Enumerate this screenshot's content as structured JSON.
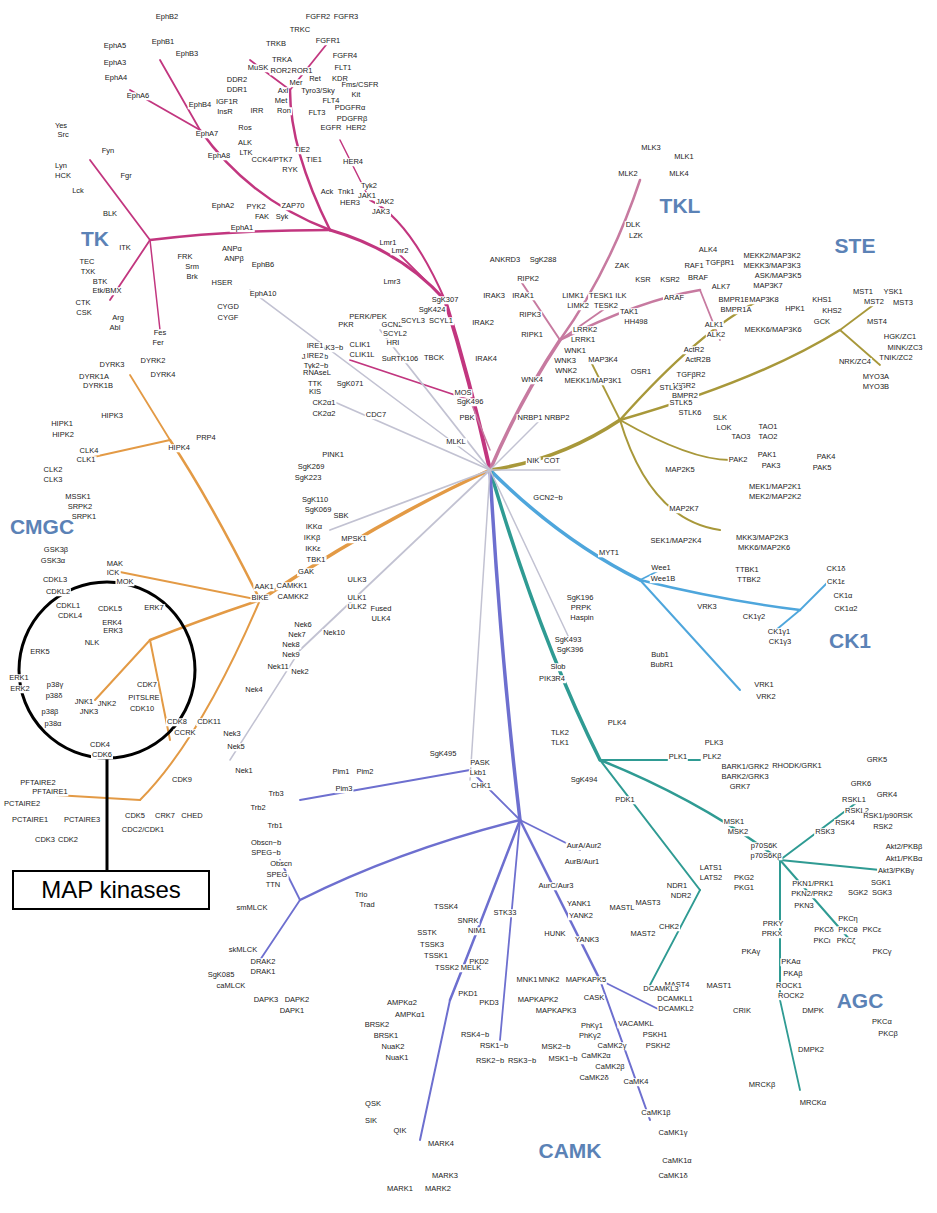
{
  "diagram": {
    "nodes": [
      {
        "text": [
          "MAP kinases"
        ]
      }
    ],
    "labels": [
      "TK",
      "TKL",
      "STE",
      "CK1",
      "AGC",
      "CAMK",
      "CMGC",
      "FGFR2",
      "FGFR3",
      "TRKC",
      "FGFR1",
      "TRKB",
      "FGFR4",
      "TRKA",
      "FLT1",
      "MuSK",
      "ROR2",
      "ROR1",
      "KDR",
      "Ret",
      "DDR2",
      "Mer",
      "Fms/CSFR",
      "DDR1",
      "Axl",
      "Tyro3/Sky",
      "Kit",
      "FLT4",
      "IGF1R",
      "Met",
      "InsR",
      "IRR",
      "Ron",
      "FLT3",
      "PDGFRα",
      "PDGFRβ",
      "Ros",
      "EGFR",
      "HER2",
      "ALK",
      "LTK",
      "TIE2",
      "TIE1",
      "HER4",
      "CCK4/PTK7",
      "RYK",
      "Ack",
      "Tnk1",
      "HER3",
      "Tyk2",
      "JAK1",
      "JAK2",
      "JAK3",
      "EphB2",
      "EphB1",
      "EphB3",
      "EphA5",
      "EphA3",
      "EphA4",
      "EphA6",
      "EphB4",
      "EphA7",
      "EphA8",
      "Yes",
      "Src",
      "Fyn",
      "Lyn",
      "HCK",
      "Fgr",
      "Lck",
      "BLK",
      "EphA2",
      "EphA1",
      "PYK2",
      "ZAP70",
      "FAK",
      "Syk",
      "ITK",
      "TEC",
      "TXK",
      "BTK",
      "Etk/BMX",
      "CTK",
      "CSK",
      "Arg",
      "Abl",
      "Fes",
      "Fer",
      "FRK",
      "Srm",
      "Brk",
      "EphB6",
      "EphA10",
      "Lmr1",
      "Lmr2",
      "Lmr3",
      "JAK3~b",
      "JAK2~b",
      "Tyk2~b",
      "JAK1~b",
      "SuRTK106",
      "MLK3",
      "MLK1",
      "MLK4",
      "MLK2",
      "DLK",
      "LZK",
      "ZAK",
      "KSR",
      "KSR2",
      "RAF1",
      "BRAF",
      "ALK4",
      "TGFβR1",
      "ARAF",
      "ALK7",
      "BMPR1B",
      "BMPR1A",
      "ALK1",
      "ALK2",
      "ActR2",
      "ActR2B",
      "TGFβR2",
      "MISR2",
      "BMPR2",
      "ANKRD3",
      "SgK288",
      "RIPK2",
      "IRAK3",
      "IRAK1",
      "RIPK3",
      "LIMK1",
      "LIMK2",
      "TESK1",
      "ILK",
      "TESK2",
      "TAK1",
      "HH498",
      "IRAK2",
      "RIPK1",
      "LRRK2",
      "LRRK1",
      "IRAK4",
      "MOS",
      "SgK496",
      "PBK",
      "MLKL",
      "NRBP1",
      "NRBP2",
      "MEKK2/MAP3K2",
      "MEKK3/MAP3K3",
      "ASK/MAP3K5",
      "MAP3K7",
      "MAP3K8",
      "HPK1",
      "KHS1",
      "KHS2",
      "MST1",
      "YSK1",
      "MST2",
      "MST3",
      "GCK",
      "MST4",
      "HGK/ZC1",
      "MINK/ZC3",
      "TNIK/ZC2",
      "NRK/ZC4",
      "MYO3A",
      "MYO3B",
      "MEKK6/MAP3K6",
      "WNK1",
      "WNK3",
      "MAP3K4",
      "WNK2",
      "WNK4",
      "MEKK1/MAP3K1",
      "OSR1",
      "STLK3",
      "STLK5",
      "STLK6",
      "SLK",
      "LOK",
      "TAO3",
      "TAO1",
      "TAO2",
      "PAK1",
      "PAK2",
      "PAK3",
      "PAK4",
      "PAK5",
      "MAP2K5",
      "MAP2K7",
      "MEK1/MAP2K1",
      "MEK2/MAP2K2",
      "MKK3/MAP2K3",
      "MKK6/MAP2K6",
      "SEK1/MAP2K4",
      "NIK",
      "COT",
      "GCN2~b",
      "MYT1",
      "Wee1",
      "Wee1B",
      "TTBK1",
      "TTBK2",
      "CK1δ",
      "CK1ε",
      "CK1α",
      "CK1α2",
      "VRK3",
      "CK1γ2",
      "CK1γ1",
      "CK1γ3",
      "Bub1",
      "BubR1",
      "VRK1",
      "VRK2",
      "SgK196",
      "PRPK",
      "Haspin",
      "SgK493",
      "SgK396",
      "Slob",
      "PIK3R4",
      "PLK4",
      "TLK2",
      "TLK1",
      "PLK3",
      "PLK1",
      "PLK2",
      "BARK1/GRK2",
      "RHODK/GRK1",
      "BARK2/GRK3",
      "GRK5",
      "GRK7",
      "GRK6",
      "GRK4",
      "RSKL1",
      "RSKL2",
      "SgK494",
      "PDK1",
      "RSK1/p90RSK",
      "MSK1",
      "MSK2",
      "RSK4",
      "RSK2",
      "RSK3",
      "p70S6K",
      "p70S6Kβ",
      "Akt2/PKBβ",
      "Akt1/PKBα",
      "Akt3/PKBγ",
      "SGK1",
      "SGK2",
      "SGK3",
      "LATS1",
      "LATS2",
      "PKG2",
      "PKG1",
      "PKN1/PRK1",
      "PKN2/PRK2",
      "PKN3",
      "NDR1",
      "NDR2",
      "MAST3",
      "MASTL",
      "YANK1",
      "YANK2",
      "YANK3",
      "MAST2",
      "PRKY",
      "PRKX",
      "PKCη",
      "PKCε",
      "PKCδ",
      "PKCθ",
      "PKCι",
      "PKCζ",
      "PKCγ",
      "PKAγ",
      "PKAα",
      "PKAβ",
      "MAST4",
      "MAST1",
      "ROCK1",
      "ROCK2",
      "CRIK",
      "DMPK",
      "PKCα",
      "PKCβ",
      "DMPK2",
      "MRCKβ",
      "MRCKα",
      "AurA/Aur2",
      "AurB/Aur1",
      "AurC/Aur3",
      "STK33",
      "CHK2",
      "HUNK",
      "CASK",
      "DCAMKL3",
      "DCAMKL1",
      "DCAMKL2",
      "VACAMKL",
      "PSKH1",
      "PSKH2",
      "PhKγ1",
      "PhKγ2",
      "CaMK2γ",
      "CaMK2α",
      "CaMK2β",
      "CaMK2δ",
      "CaMK4",
      "CaMK1β",
      "CaMK1γ",
      "CaMK1α",
      "CaMK1δ",
      "PKD2",
      "PKD1",
      "PKD3",
      "MNK1",
      "MNK2",
      "MAPKAPK5",
      "MAPKAPK2",
      "MAPKAPK3",
      "RSK4~b",
      "RSK1~b",
      "MSK2~b",
      "MSK1~b",
      "RSK2~b",
      "RSK3~b",
      "TSSK4",
      "SNRK",
      "NIM1",
      "SSTK",
      "TSSK3",
      "TSSK1",
      "TSSK2",
      "MELK",
      "AMPKα2",
      "AMPKα1",
      "BRSK2",
      "BRSK1",
      "NuaK2",
      "NuaK1",
      "QSK",
      "SIK",
      "QIK",
      "MARK4",
      "MARK3",
      "MARK1",
      "MARK2",
      "Obscn~b",
      "SPEG~b",
      "Obscn",
      "SPEG",
      "TTN",
      "Trio",
      "Trad",
      "smMLCK",
      "skMLCK",
      "DRAK2",
      "DRAK1",
      "SgK085",
      "caMLCK",
      "DAPK3",
      "DAPK2",
      "DAPK1",
      "Trb3",
      "Trb2",
      "Trb1",
      "Pim1",
      "Pim2",
      "Pim3",
      "CHK1",
      "Lkb1",
      "PASK",
      "SgK495",
      "ANPα",
      "ANPβ",
      "HSER",
      "CYGD",
      "CYGF",
      "PERK/PEK",
      "PKR",
      "GCN2",
      "SgK307",
      "SgK424",
      "SCYL3",
      "SCYL1",
      "SCYL2",
      "HRI",
      "IRE1",
      "IRE2",
      "CLIK1",
      "CLIK1L",
      "TBCK",
      "RNAseL",
      "TTK",
      "KIS",
      "SgK071",
      "CK2α1",
      "CK2α2",
      "CDC7",
      "PINK1",
      "SgK269",
      "SgK223",
      "SgK110",
      "SgK069",
      "SBK",
      "IKKα",
      "IKKβ",
      "IKKε",
      "TBK1",
      "MPSK1",
      "GAK",
      "AAK1",
      "BIKE",
      "CAMKK1",
      "CAMKK2",
      "ULK3",
      "ULK1",
      "ULK2",
      "Fused",
      "ULK4",
      "Nek6",
      "Nek7",
      "Nek10",
      "Nek8",
      "Nek9",
      "Nek11",
      "Nek2",
      "Nek4",
      "Nek3",
      "Nek5",
      "Nek1",
      "DYRK2",
      "DYRK3",
      "DYRK4",
      "DYRK1A",
      "DYRK1B",
      "HIPK1",
      "HIPK2",
      "HIPK3",
      "HIPK4",
      "PRP4",
      "CLK4",
      "CLK1",
      "CLK2",
      "CLK3",
      "MSSK1",
      "SRPK2",
      "SRPK1",
      "GSK3β",
      "GSK3α",
      "MAK",
      "ICK",
      "MOK",
      "CDKL3",
      "CDKL2",
      "CDKL1",
      "CDKL4",
      "CDKL5",
      "ERK4",
      "ERK3",
      "ERK7",
      "NLK",
      "ERK5",
      "ERK1",
      "ERK2",
      "p38γ",
      "p38δ",
      "p38β",
      "p38α",
      "JNK1",
      "JNK3",
      "JNK2",
      "CDK7",
      "PITSLRE",
      "CDK10",
      "CDK4",
      "CDK6",
      "CDK8",
      "CDK11",
      "CCRK",
      "PFTAIRE2",
      "PFTAIRE1",
      "PCTAIRE2",
      "PCTAIRE1",
      "PCTAIRE3",
      "CDK5",
      "CRK7",
      "CHED",
      "CDK9",
      "CDC2/CDK1",
      "CDK3",
      "CDK2"
    ]
  }
}
